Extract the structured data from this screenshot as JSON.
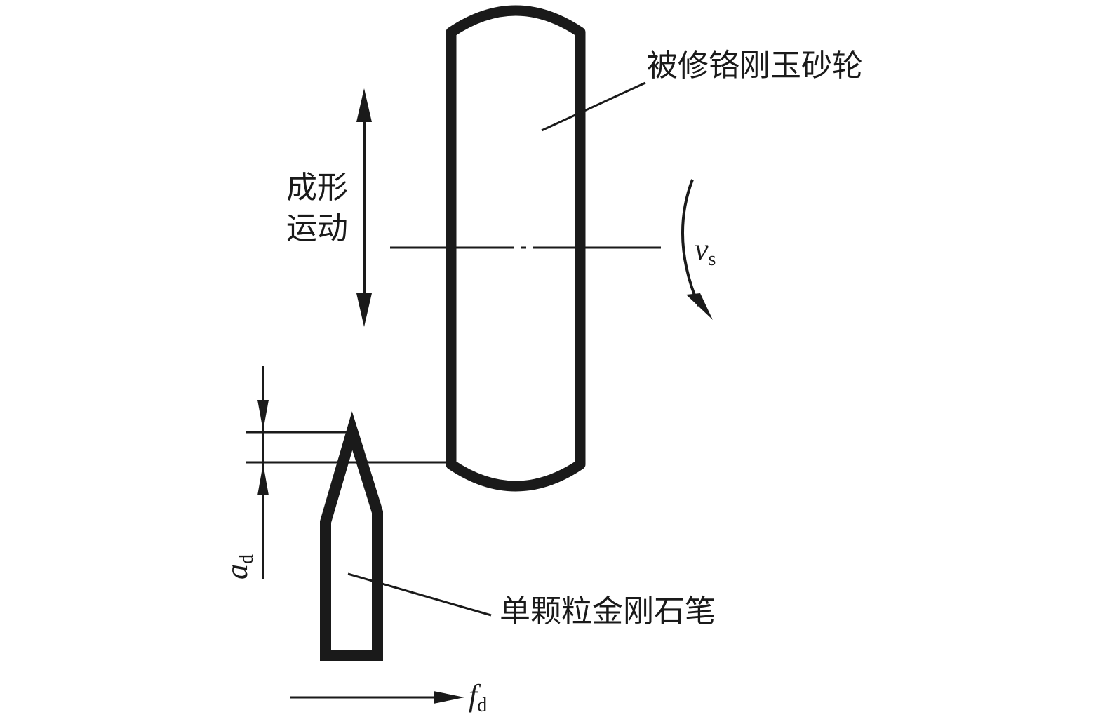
{
  "labels": {
    "wheel": "被修铬刚玉砂轮",
    "motion_line1": "成形",
    "motion_line2": "运动",
    "dresser": "单颗粒金刚石笔"
  },
  "symbols": {
    "speed": "v",
    "speed_sub": "s",
    "depth": "a",
    "depth_sub": "d",
    "feed": "f",
    "feed_sub": "d"
  },
  "colors": {
    "ink": "#1a1a1a",
    "background": "#ffffff"
  }
}
